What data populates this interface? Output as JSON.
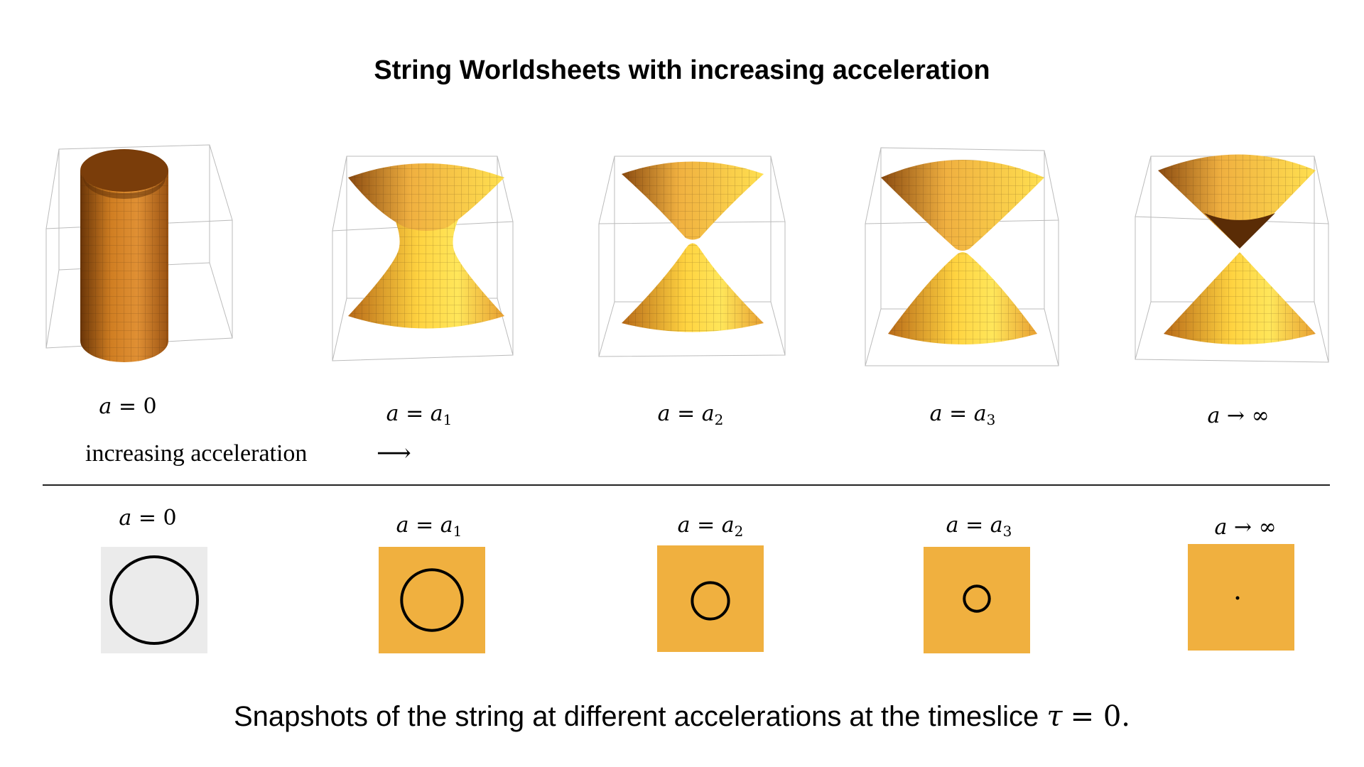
{
  "title": "String Worldsheets with increasing acceleration",
  "surface_labels": [
    {
      "var": "a",
      "op": "=",
      "rhs": "0",
      "sub": ""
    },
    {
      "var": "a",
      "op": "=",
      "rhs": "a",
      "sub": "1"
    },
    {
      "var": "a",
      "op": "=",
      "rhs": "a",
      "sub": "2"
    },
    {
      "var": "a",
      "op": "=",
      "rhs": "a",
      "sub": "3"
    },
    {
      "var": "a",
      "op": "→",
      "rhs": "∞",
      "sub": ""
    }
  ],
  "increasing_text": "increasing acceleration",
  "arrow_text": "⟶",
  "snapshot_labels": [
    {
      "var": "a",
      "op": "=",
      "rhs": "0",
      "sub": ""
    },
    {
      "var": "a",
      "op": "=",
      "rhs": "a",
      "sub": "1"
    },
    {
      "var": "a",
      "op": "=",
      "rhs": "a",
      "sub": "2"
    },
    {
      "var": "a",
      "op": "=",
      "rhs": "a",
      "sub": "3"
    },
    {
      "var": "a",
      "op": "→",
      "rhs": "∞",
      "sub": ""
    }
  ],
  "snapshot_radius_fraction": [
    1.0,
    0.7,
    0.42,
    0.29,
    0.0
  ],
  "caption": {
    "text": "Snapshots of the string at different accelerations at the timeslice",
    "symbol": "τ",
    "equals": "= 0."
  },
  "colors": {
    "orange": "#F0B03F",
    "gray_panel": "#EBEBEB",
    "surface_dark": "#8A4A10",
    "surface_mid": "#D88B2A",
    "surface_light": "#FFE34A"
  }
}
